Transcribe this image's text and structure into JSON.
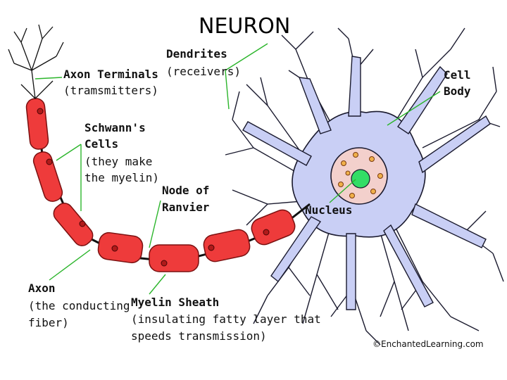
{
  "title": "NEURON",
  "labels": {
    "axon_terminals": {
      "name": "Axon Terminals",
      "desc": "(tramsmitters)"
    },
    "dendrites": {
      "name": "Dendrites",
      "desc": "(receivers)"
    },
    "cell_body": {
      "line1": "Cell",
      "line2": "Body"
    },
    "schwann": {
      "line1": "Schwann's",
      "line2": "Cells",
      "desc1": "(they make",
      "desc2": "the myelin)"
    },
    "node": {
      "line1": "Node of",
      "line2": "Ranvier"
    },
    "nucleus": {
      "name": "Nucleus"
    },
    "axon": {
      "name": "Axon",
      "desc1": "(the conducting",
      "desc2": "fiber)"
    },
    "myelin": {
      "name": "Myelin Sheath",
      "desc1": "(insulating fatty layer that",
      "desc2": "speeds transmission)"
    }
  },
  "credit": "©EnchantedLearning.com",
  "colors": {
    "sheath": "#ee3b3b",
    "sheath_dark": "#b01a1a",
    "cell_body": "#c9cff5",
    "nucleus": "#f3d0cc",
    "nucleolus": "#33dd66",
    "pointer": "#2bb52b"
  }
}
